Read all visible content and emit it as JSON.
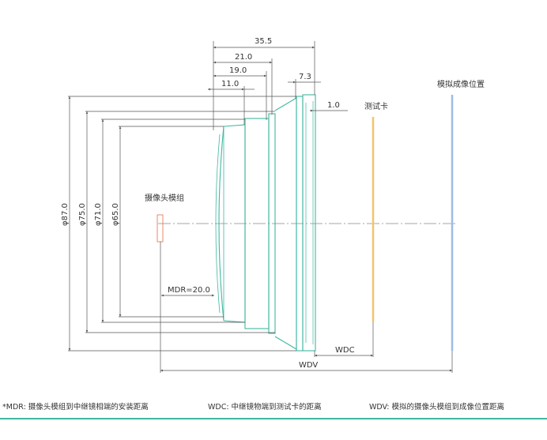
{
  "dimensions": {
    "total_length": "35.5",
    "length_21": "21.0",
    "length_19": "19.0",
    "length_11": "11.0",
    "length_7_3": "7.3",
    "length_1": "1.0",
    "diameter_87": "φ87.0",
    "diameter_75": "φ75.0",
    "diameter_71": "φ71.0",
    "diameter_65": "φ65.0",
    "mdr": "MDR=20.0",
    "wdc": "WDC",
    "wdv": "WDV"
  },
  "labels": {
    "camera_module": "摄像头模组",
    "test_card": "测试卡",
    "virtual_image": "模拟成像位置"
  },
  "footer": {
    "mdr_note": "*MDR: 摄像头模组到中继镜相端的安装距离",
    "wdc_note": "WDC: 中继镜物端到测试卡的距离",
    "wdv_note": "WDV: 模拟的摄像头模组到成像位置距离"
  },
  "colors": {
    "lens_outline": "#3fb8a0",
    "test_card": "#f2c46a",
    "virtual_image": "#9bbde6",
    "camera_module": "#e8896a",
    "dimension_line": "#555555",
    "footer_rule": "#3fb8a0"
  }
}
